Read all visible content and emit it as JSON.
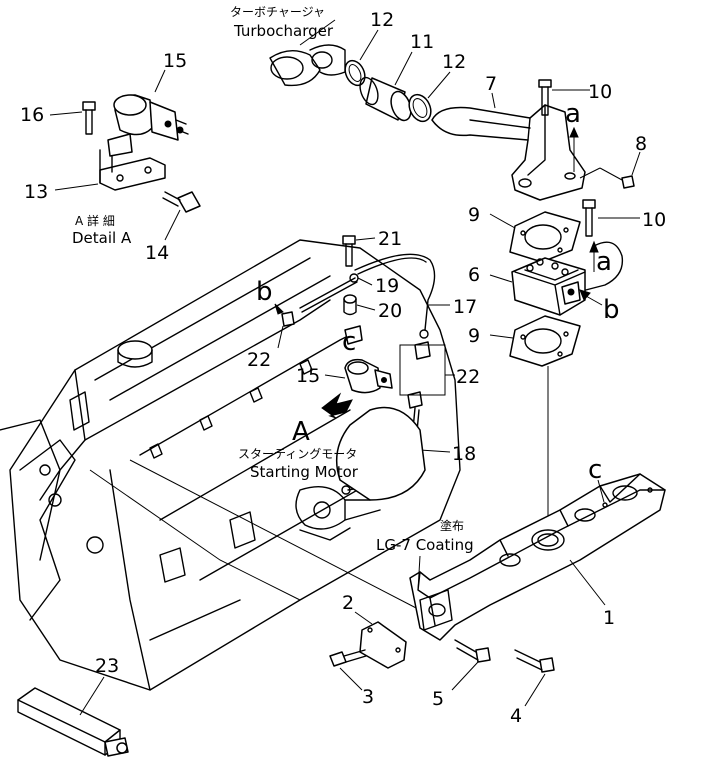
{
  "callouts": {
    "n1": "1",
    "n2": "2",
    "n3": "3",
    "n4": "4",
    "n5": "5",
    "n6": "6",
    "n7": "7",
    "n8": "8",
    "n9a": "9",
    "n9b": "9",
    "n10a": "10",
    "n10b": "10",
    "n11": "11",
    "n12a": "12",
    "n12b": "12",
    "n13": "13",
    "n14": "14",
    "n15a": "15",
    "n15b": "15",
    "n16": "16",
    "n17": "17",
    "n18": "18",
    "n19": "19",
    "n20": "20",
    "n21": "21",
    "n22a": "22",
    "n22b": "22",
    "n23": "23"
  },
  "letters": {
    "a_top": "a",
    "a_mid": "a",
    "b_left": "b",
    "b_right": "b",
    "c_left": "c",
    "c_right": "c",
    "A_arrow": "A"
  },
  "labels": {
    "turbo_jp": "ターボチャージャ",
    "turbo_en": "Turbocharger",
    "detail_jp": "A 詳 細",
    "detail_en": "Detail A",
    "starter_jp": "スターティングモータ",
    "starter_en": "Starting Motor",
    "coating_jp": "塗布",
    "coating_en": "LG-7 Coating"
  }
}
